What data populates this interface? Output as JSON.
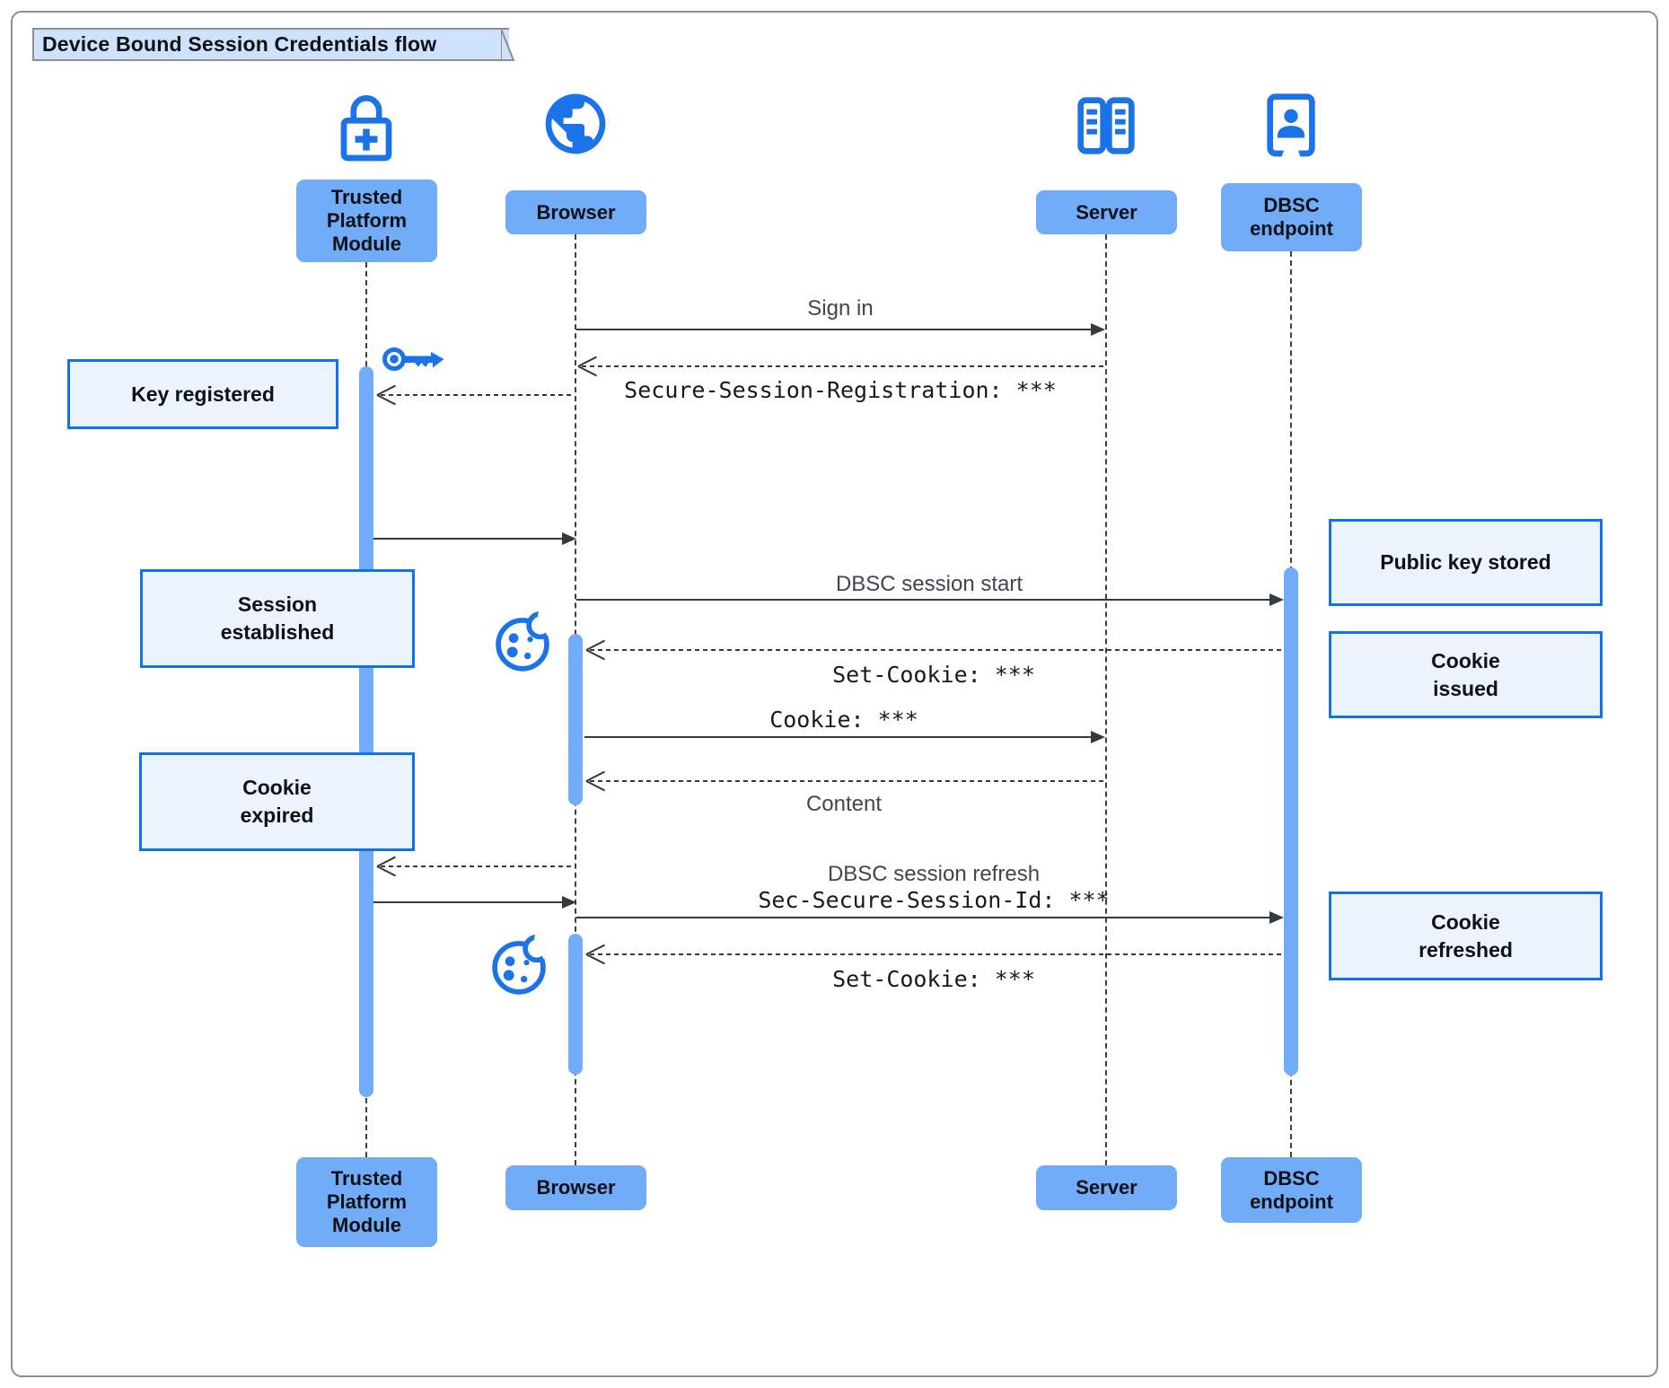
{
  "diagram": {
    "title": "Device Bound Session Credentials flow"
  },
  "actors": [
    {
      "id": "tpm",
      "label": "Trusted\nPlatform\nModule",
      "icon": "lock-plus-icon"
    },
    {
      "id": "browser",
      "label": "Browser",
      "icon": "globe-icon"
    },
    {
      "id": "server",
      "label": "Server",
      "icon": "server-icon"
    },
    {
      "id": "dbsc",
      "label": "DBSC\nendpoint",
      "icon": "person-booth-icon"
    }
  ],
  "notes": {
    "key_registered": "Key registered",
    "session_established": "Session\nestablished",
    "cookie_expired": "Cookie\nexpired",
    "public_key_stored": "Public key stored",
    "cookie_issued": "Cookie\nissued",
    "cookie_refreshed": "Cookie\nrefreshed"
  },
  "messages": {
    "sign_in": "Sign in",
    "secure_session_registration": "Secure-Session-Registration: ***",
    "dbsc_session_start": "DBSC session start",
    "set_cookie_1": "Set-Cookie: ***",
    "cookie": "Cookie: ***",
    "content": "Content",
    "dbsc_session_refresh": "DBSC session refresh",
    "sec_secure_session_id": "Sec-Secure-Session-Id: ***",
    "set_cookie_2": "Set-Cookie: ***"
  },
  "colors": {
    "icon_blue": "#1a73e8",
    "actor_fill": "#70acf7",
    "note_fill": "#ebf3fd",
    "note_border": "#1272e8",
    "title_fill": "#cfe2fb",
    "line": "#343a40"
  }
}
